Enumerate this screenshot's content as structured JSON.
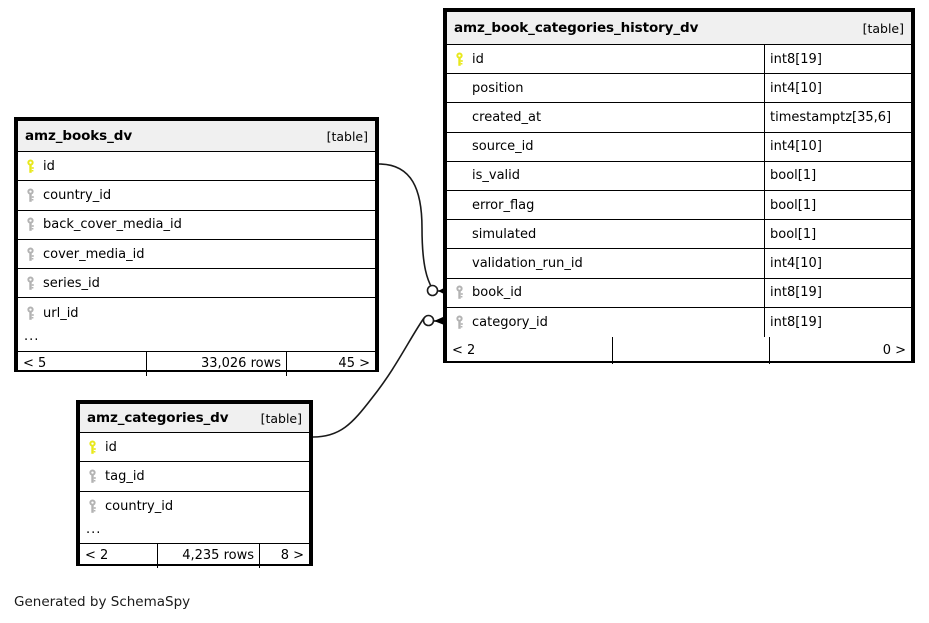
{
  "diagram": {
    "caption": "Generated by SchemaSpy",
    "table_tag": "[table]",
    "ellipsis": "...",
    "pk_icon": "primary-key-icon",
    "fk_icon": "foreign-key-icon",
    "pk_color": "#e8e81c",
    "fk_color": "#b3b3b3",
    "header_bg": "#f0f0f0",
    "border_color": "#000000"
  },
  "tables": {
    "history": {
      "name": "amz_book_categories_history_dv",
      "tag": "[table]",
      "columns": [
        {
          "name": "id",
          "type": "int8[19]",
          "key": "pk"
        },
        {
          "name": "position",
          "type": "int4[10]",
          "key": "none"
        },
        {
          "name": "created_at",
          "type": "timestamptz[35,6]",
          "key": "none"
        },
        {
          "name": "source_id",
          "type": "int4[10]",
          "key": "none"
        },
        {
          "name": "is_valid",
          "type": "bool[1]",
          "key": "none"
        },
        {
          "name": "error_flag",
          "type": "bool[1]",
          "key": "none"
        },
        {
          "name": "simulated",
          "type": "bool[1]",
          "key": "none"
        },
        {
          "name": "validation_run_id",
          "type": "int4[10]",
          "key": "none"
        },
        {
          "name": "book_id",
          "type": "int8[19]",
          "key": "fk"
        },
        {
          "name": "category_id",
          "type": "int8[19]",
          "key": "fk"
        }
      ],
      "footer": {
        "left": "< 2",
        "middle": "",
        "right": "0 >"
      }
    },
    "books": {
      "name": "amz_books_dv",
      "tag": "[table]",
      "columns": [
        {
          "name": "id",
          "key": "pk"
        },
        {
          "name": "country_id",
          "key": "fk"
        },
        {
          "name": "back_cover_media_id",
          "key": "fk"
        },
        {
          "name": "cover_media_id",
          "key": "fk"
        },
        {
          "name": "series_id",
          "key": "fk"
        },
        {
          "name": "url_id",
          "key": "fk"
        }
      ],
      "more": "...",
      "footer": {
        "left": "< 5",
        "middle": "33,026 rows",
        "right": "45 >"
      }
    },
    "categories": {
      "name": "amz_categories_dv",
      "tag": "[table]",
      "columns": [
        {
          "name": "id",
          "key": "pk"
        },
        {
          "name": "tag_id",
          "key": "fk"
        },
        {
          "name": "country_id",
          "key": "fk"
        }
      ],
      "more": "...",
      "footer": {
        "left": "< 2",
        "middle": "4,235 rows",
        "right": "8 >"
      }
    }
  },
  "relationships": [
    {
      "from": "amz_books_dv.id",
      "to": "amz_book_categories_history_dv.book_id"
    },
    {
      "from": "amz_categories_dv.id",
      "to": "amz_book_categories_history_dv.category_id"
    }
  ]
}
